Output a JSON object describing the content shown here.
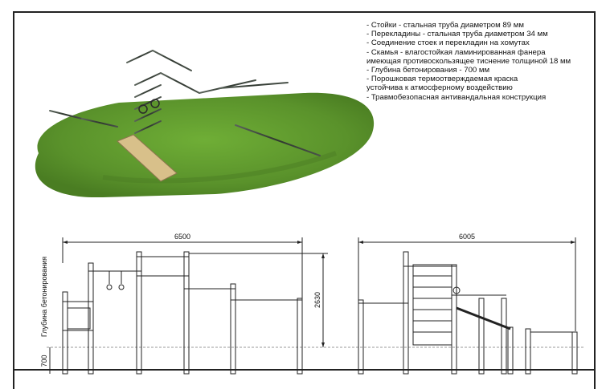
{
  "specs": [
    "- Стойки - стальная труба диаметром 89 мм",
    "- Перекладины - стальная труба диаметром 34 мм",
    "- Соединение стоек и перекладин на хомутах",
    "- Скамья - влагостойкая ламинированная фанера",
    "имеющая противоскользящее тиснение толщиной 18 мм",
    "- Глубина бетонирования - 700 мм",
    "- Порошковая термоотверждаемая краска",
    "устойчива к атмосферному воздействию",
    "- Травмобезопасная антивандальная конструкция"
  ],
  "dimensions": {
    "front_width": "6500",
    "side_width": "6005",
    "height": "2630",
    "depth": "700",
    "depth_label": "Глубина бетонирования"
  },
  "colors": {
    "grass": "#5f9a2f",
    "post": "#3c463c",
    "bench": "#d8c08a",
    "line": "#222222"
  }
}
